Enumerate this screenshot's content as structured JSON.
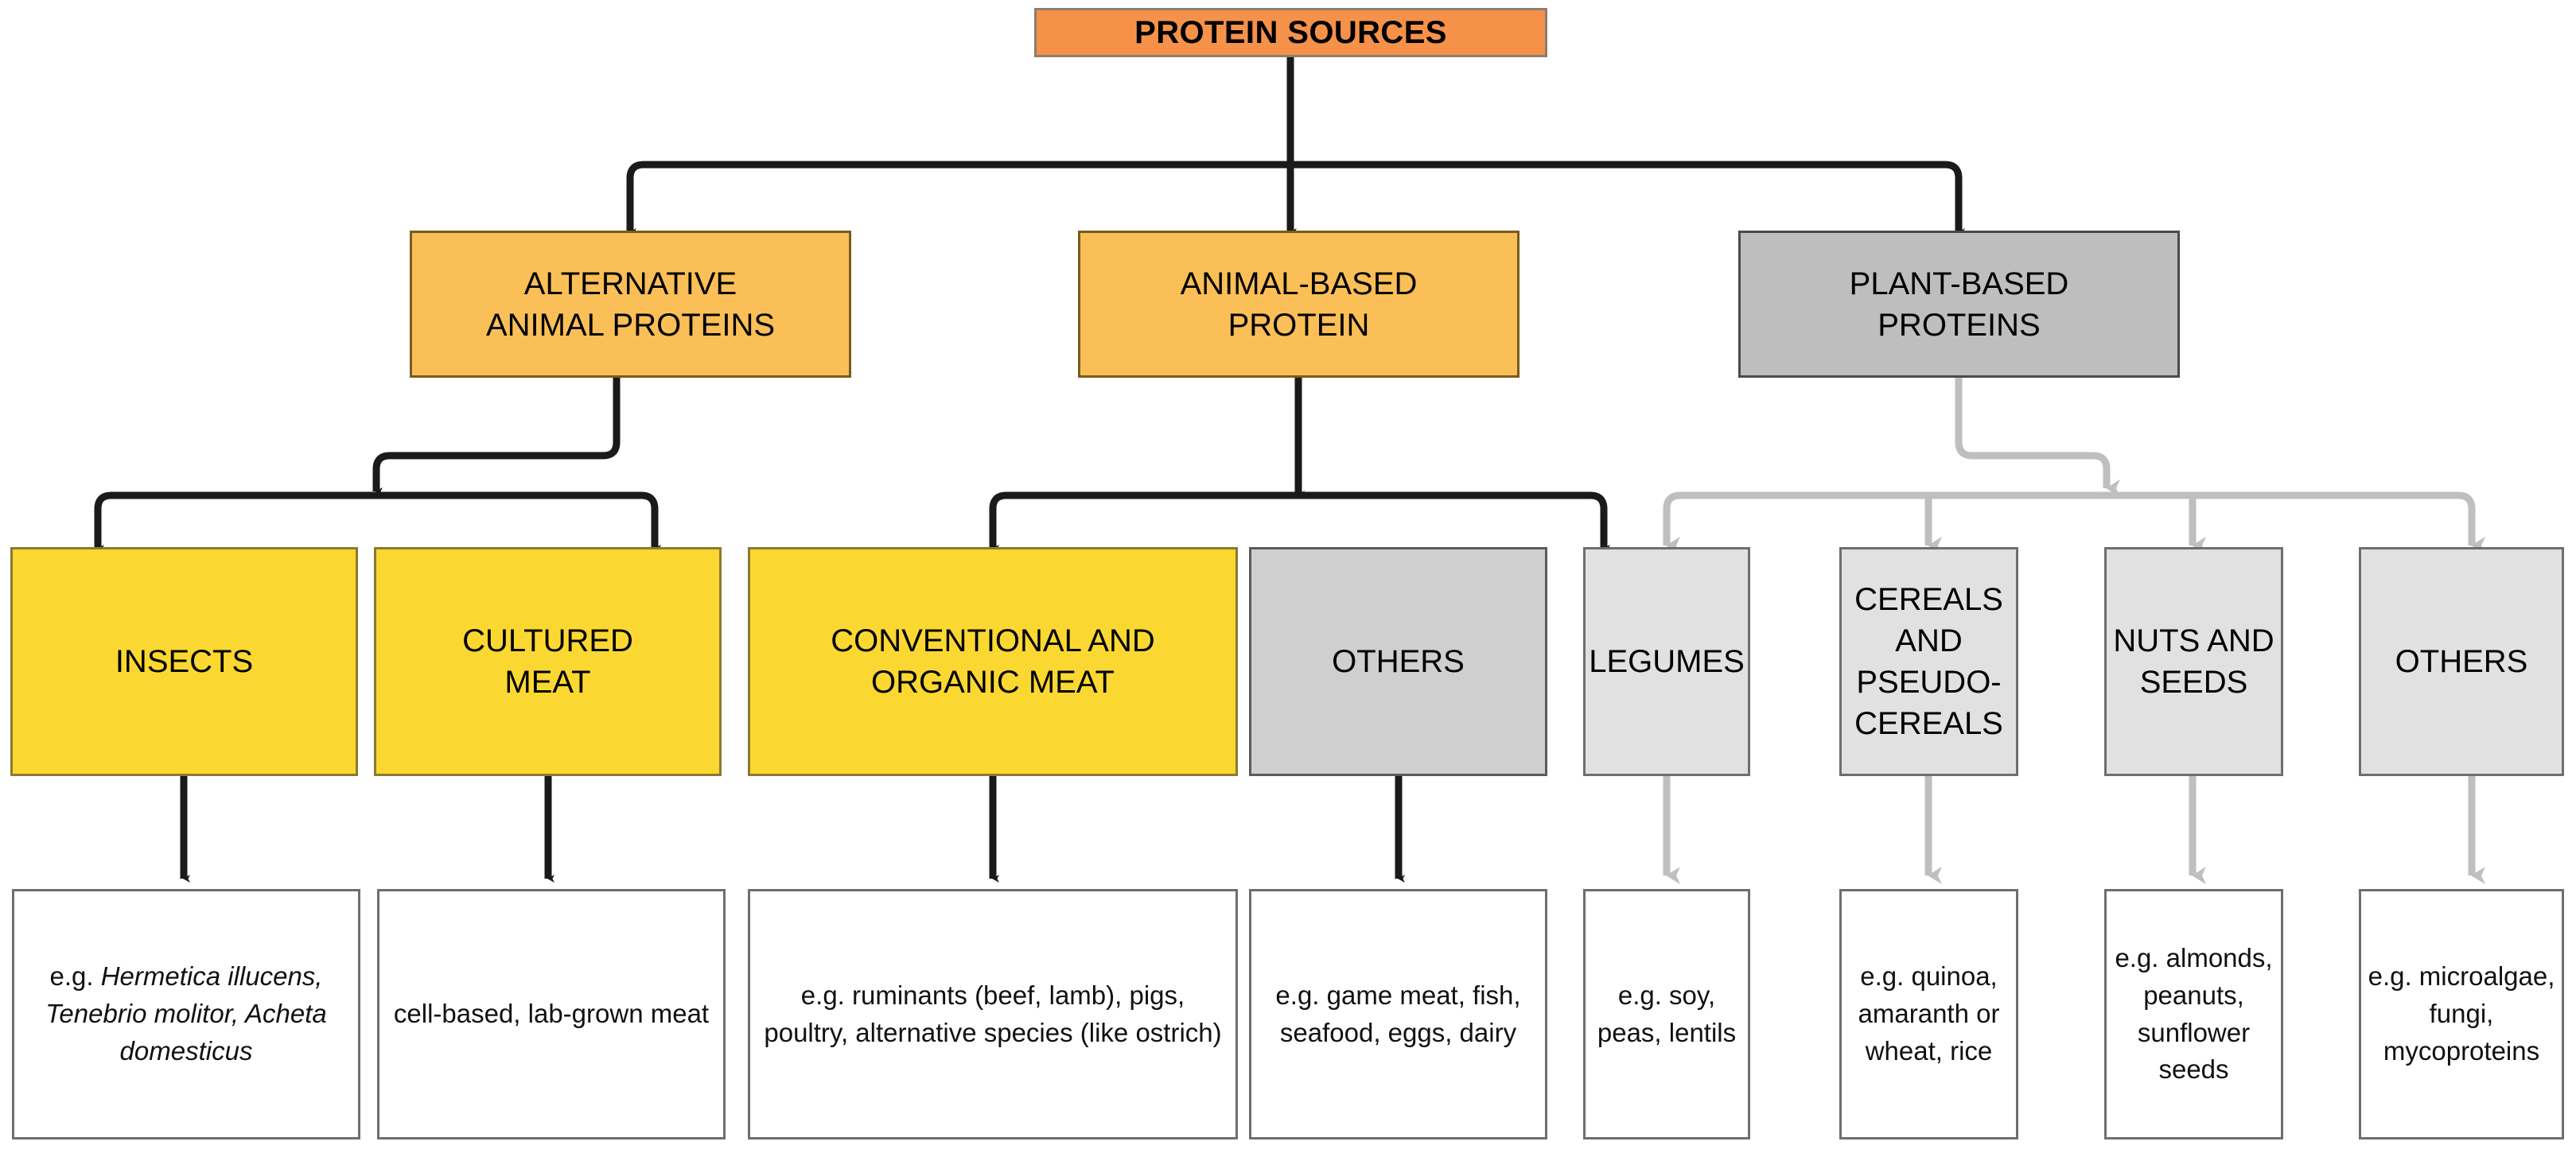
{
  "diagram": {
    "title": "Protein Sources Classification",
    "colors": {
      "root_fill": "#F6914A",
      "level2_orange_fill": "#FBBF57",
      "level2_gray_fill": "#BEBEBE",
      "level3_yellow_fill": "#FBD831",
      "level3_gray_fill": "#CFCFCF",
      "level3_lightgray_fill": "#E1E1E1",
      "leaf_fill": "#FFFFFF",
      "dark_connector": "#1A1A1A",
      "light_connector": "#BFBFBF"
    },
    "root": {
      "label": "PROTEIN SOURCES"
    },
    "level2": [
      {
        "id": "alternative",
        "label": "ALTERNATIVE\nANIMAL PROTEINS",
        "line1": "ALTERNATIVE",
        "line2": "ANIMAL PROTEINS"
      },
      {
        "id": "animal",
        "label": "ANIMAL-BASED\nPROTEIN",
        "line1": "ANIMAL-BASED",
        "line2": "PROTEIN"
      },
      {
        "id": "plant",
        "label": "PLANT-BASED\nPROTEINS",
        "line1": "PLANT-BASED",
        "line2": "PROTEINS"
      }
    ],
    "level3": [
      {
        "id": "insects",
        "label": "INSECTS",
        "parent": "alternative"
      },
      {
        "id": "cultured-meat",
        "label": "CULTURED\nMEAT",
        "parent": "alternative"
      },
      {
        "id": "conventional-organic-meat",
        "label": "CONVENTIONAL AND\nORGANIC MEAT",
        "parent": "animal"
      },
      {
        "id": "others-animal",
        "label": "OTHERS",
        "parent": "animal"
      },
      {
        "id": "legumes",
        "label": "LEGUMES",
        "parent": "plant"
      },
      {
        "id": "cereals",
        "label": "CEREALS\nAND\nPSEUDO-\nCEREALS",
        "parent": "plant"
      },
      {
        "id": "nuts-seeds",
        "label": "NUTS AND\nSEEDS",
        "parent": "plant"
      },
      {
        "id": "others-plant",
        "label": "OTHERS",
        "parent": "plant"
      }
    ],
    "leaves": [
      {
        "id": "leaf-insects",
        "parent": "insects",
        "prefix": "e.g. ",
        "italic": "Hermetica illucens, Tenebrio molitor, Acheta domesticus",
        "plain": ""
      },
      {
        "id": "leaf-cultured-meat",
        "parent": "cultured-meat",
        "prefix": "",
        "italic": "",
        "plain": "cell-based,\nlab-grown meat"
      },
      {
        "id": "leaf-conventional",
        "parent": "conventional-organic-meat",
        "prefix": "",
        "italic": "",
        "plain": "e.g. ruminants (beef, lamb), pigs, poultry, alternative species (like ostrich)"
      },
      {
        "id": "leaf-others-animal",
        "parent": "others-animal",
        "prefix": "",
        "italic": "",
        "plain": "e.g. game meat, fish, seafood, eggs, dairy"
      },
      {
        "id": "leaf-legumes",
        "parent": "legumes",
        "prefix": "",
        "italic": "",
        "plain": "e.g. soy, peas, lentils"
      },
      {
        "id": "leaf-cereals",
        "parent": "cereals",
        "prefix": "",
        "italic": "",
        "plain": "e.g.  quinoa, amaranth or wheat, rice"
      },
      {
        "id": "leaf-nuts-seeds",
        "parent": "nuts-seeds",
        "prefix": "",
        "italic": "",
        "plain": "e.g. almonds, peanuts, sunflower seeds"
      },
      {
        "id": "leaf-others-plant",
        "parent": "others-plant",
        "prefix": "",
        "italic": "",
        "plain": "e.g. microalgae, fungi, mycoproteins"
      }
    ],
    "text": {
      "root_label": "PROTEIN SOURCES",
      "alternative_l1": "ALTERNATIVE",
      "alternative_l2": "ANIMAL PROTEINS",
      "animal_l1": "ANIMAL-BASED",
      "animal_l2": "PROTEIN",
      "plant_l1": "PLANT-BASED",
      "plant_l2": "PROTEINS",
      "insects": "INSECTS",
      "cultured_l1": "CULTURED",
      "cultured_l2": "MEAT",
      "conventional_l1": "CONVENTIONAL AND",
      "conventional_l2": "ORGANIC MEAT",
      "others_animal": "OTHERS",
      "legumes": "LEGUMES",
      "cereals_l1": "CEREALS",
      "cereals_l2": "AND",
      "cereals_l3": "PSEUDO-",
      "cereals_l4": "CEREALS",
      "nuts_l1": "NUTS AND",
      "nuts_l2": "SEEDS",
      "others_plant": "OTHERS",
      "leaf_insects_prefix": "e.g. ",
      "leaf_insects_italic": "Hermetica illucens, Tenebrio molitor, Acheta domesticus",
      "leaf_cultured": "cell-based, lab-grown meat",
      "leaf_conventional": "e.g. ruminants (beef, lamb), pigs, poultry, alternative species (like ostrich)",
      "leaf_others_animal": "e.g. game meat, fish, seafood, eggs, dairy",
      "leaf_legumes": "e.g. soy, peas, lentils",
      "leaf_cereals": "e.g.  quinoa, amaranth or wheat, rice",
      "leaf_nuts": "e.g. almonds, peanuts, sunflower seeds",
      "leaf_others_plant": "e.g. microalgae, fungi, mycoproteins"
    }
  }
}
